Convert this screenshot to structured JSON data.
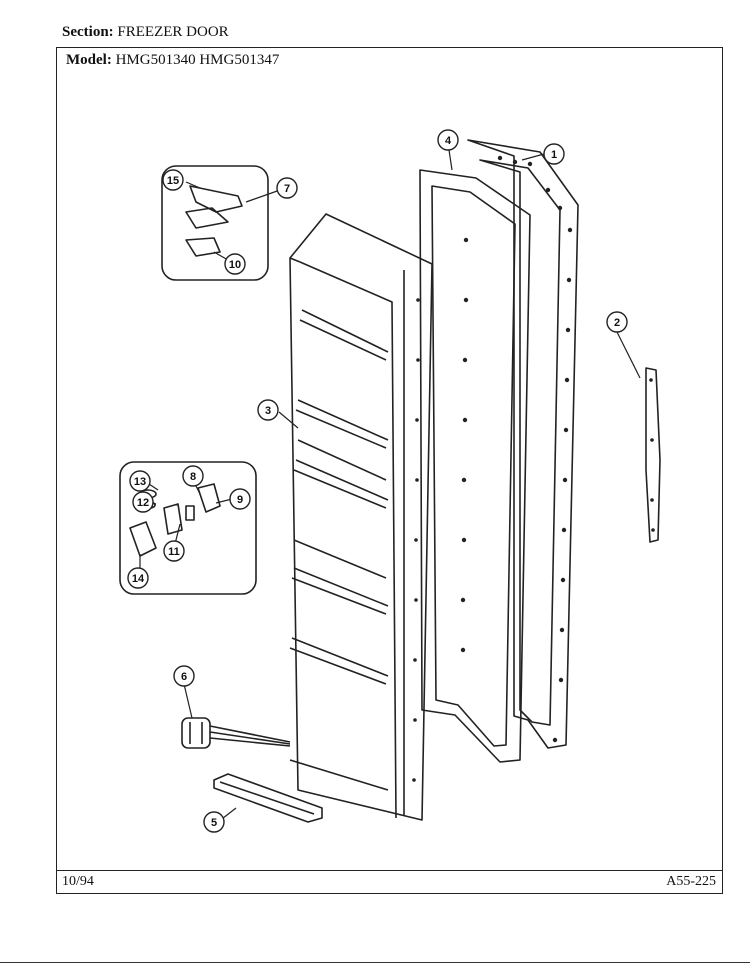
{
  "header": {
    "section_label": "Section:",
    "section_value": "FREEZER DOOR",
    "model_label": "Model:",
    "model_value": "HMG501340  HMG501347"
  },
  "footer": {
    "date": "10/94",
    "page_code": "A55-225"
  },
  "callouts": [
    "1",
    "2",
    "3",
    "4",
    "5",
    "6",
    "7",
    "8",
    "9",
    "10",
    "11",
    "12",
    "13",
    "14",
    "15"
  ]
}
